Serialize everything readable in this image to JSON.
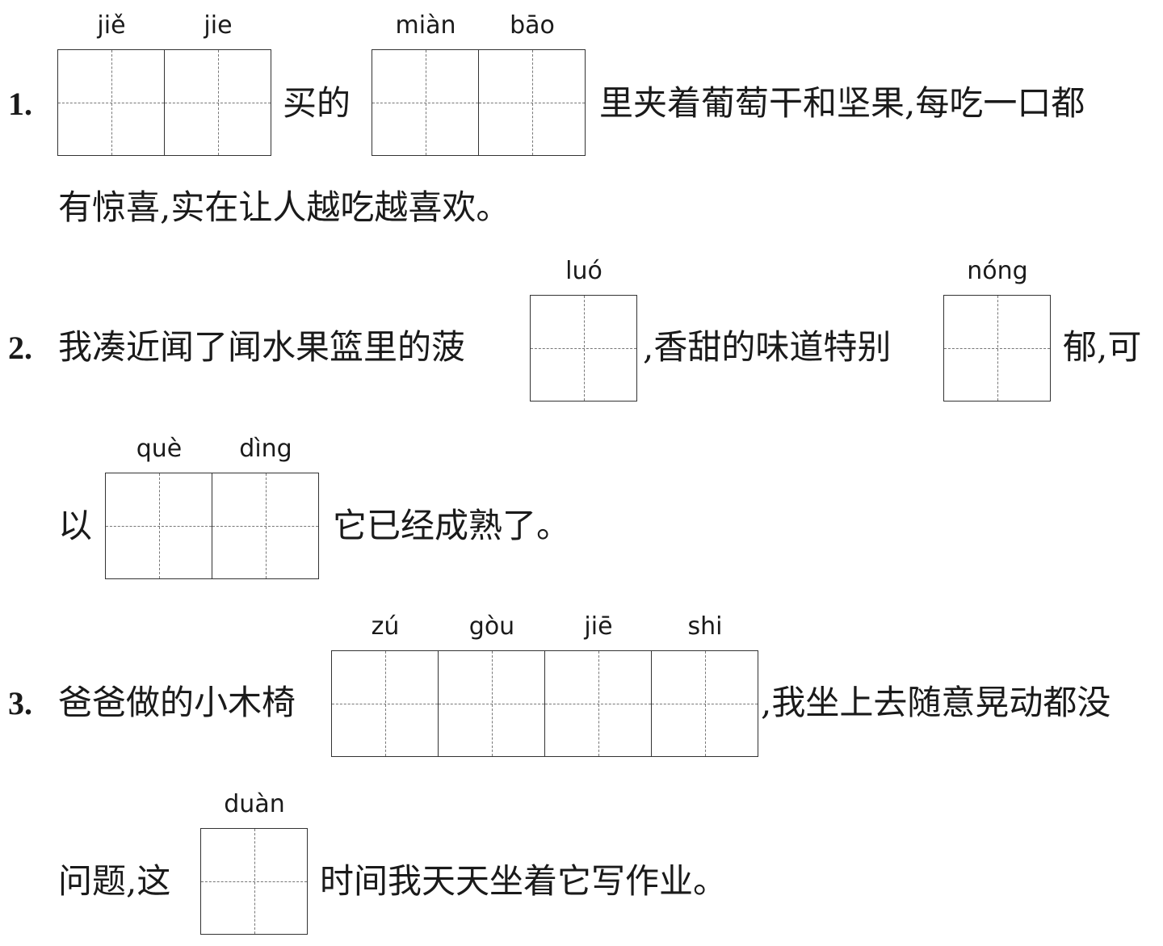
{
  "items": [
    {
      "number": "1.",
      "line1": {
        "pinyin_group1": [
          "jiě",
          "jie"
        ],
        "text_a": "买的",
        "pinyin_group2": [
          "miàn",
          "bāo"
        ],
        "text_b": "里夹着葡萄干和坚果,每吃一口都"
      },
      "line2": {
        "text": "有惊喜,实在让人越吃越喜欢。"
      }
    },
    {
      "number": "2.",
      "line1": {
        "text_a": "我凑近闻了闻水果篮里的菠",
        "pinyin_group1": [
          "luó"
        ],
        "text_b": ",香甜的味道特别",
        "pinyin_group2": [
          "nóng"
        ],
        "text_c": "郁,可"
      },
      "line2": {
        "text_a": "以",
        "pinyin_group1": [
          "què",
          "dìng"
        ],
        "text_b": "它已经成熟了。"
      }
    },
    {
      "number": "3.",
      "line1": {
        "text_a": "爸爸做的小木椅",
        "pinyin_group1": [
          "zú",
          "gòu",
          "jiē",
          "shi"
        ],
        "text_b": ",我坐上去随意晃动都没"
      },
      "line2": {
        "text_a": "问题,这",
        "pinyin_group1": [
          "duàn"
        ],
        "text_b": "时间我天天坐着它写作业。"
      }
    }
  ]
}
